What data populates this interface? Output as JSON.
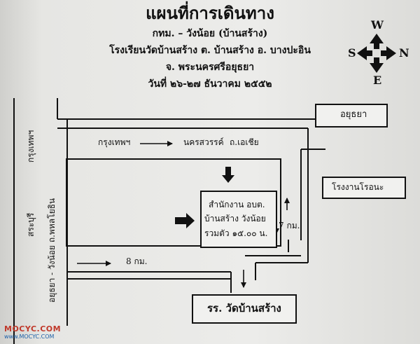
{
  "header": {
    "title": "แผนที่การเดินทาง",
    "route": "กทม. – วังน้อย (บ้านสร้าง)",
    "school": "โรงเรียนวัดบ้านสร้าง ต. บ้านสร้าง อ. บางปะอิน",
    "province": "จ. พระนครศรีอยุธยา",
    "date": "วันที่ ๒๖-๒๗ ธันวาคม ๒๕๕๒"
  },
  "compass": {
    "n": "N",
    "s": "S",
    "e": "E",
    "w": "W"
  },
  "labels": {
    "ayutthaya_box": "อยุธยา",
    "krungthep_left": "กรุงเทพฯ",
    "nakhon_sawan": "นครสวรรค์",
    "asia_road": "ถ.เอเชีย",
    "factory": "โรงงานโรอนะ",
    "office_line1": "สำนักงาน อบต.",
    "office_line2": "บ้านสร้าง วังน้อย",
    "office_line3": "รวมตัว ๑๕.๐๐ น.",
    "dist_7km": "7 กม.",
    "dist_8km": "8 กม.",
    "school_box": "รร. วัดบ้านสร้าง",
    "vertical_krungthep": "กรุงเทพฯ",
    "vertical_saraburi": "สระบุรี",
    "vertical_road": "อยุธยา - วังน้อย ถ.พหลโยธิน"
  },
  "watermark": {
    "logo": "MOCYC.COM",
    "url": "www.MOCYC.COM"
  }
}
